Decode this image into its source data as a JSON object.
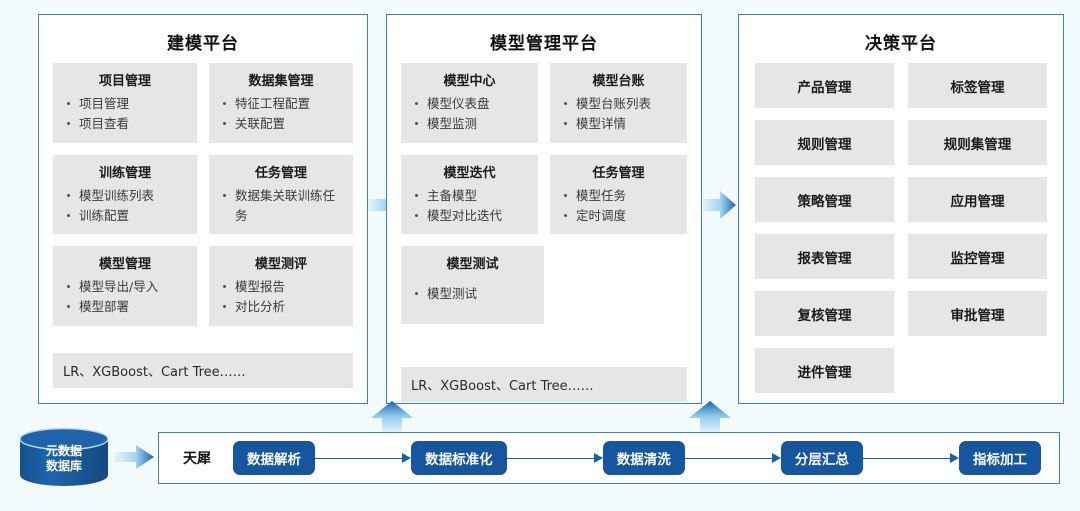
{
  "panels": [
    {
      "id": "modeling",
      "title": "建模平台",
      "rows": [
        [
          {
            "title": "项目管理",
            "items": [
              "项目管理",
              "项目查看"
            ]
          },
          {
            "title": "数据集管理",
            "items": [
              "特征工程配置",
              "关联配置"
            ]
          }
        ],
        [
          {
            "title": "训练管理",
            "items": [
              "模型训练列表",
              "训练配置"
            ]
          },
          {
            "title": "任务管理",
            "items": [
              "数据集关联训练任务"
            ]
          }
        ],
        [
          {
            "title": "模型管理",
            "items": [
              "模型导出/导入",
              "模型部署"
            ]
          },
          {
            "title": "模型测评",
            "items": [
              "模型报告",
              "对比分析"
            ]
          }
        ]
      ],
      "footer": "LR、XGBoost、Cart Tree……"
    },
    {
      "id": "model-mgmt",
      "title": "模型管理平台",
      "rows": [
        [
          {
            "title": "模型中心",
            "items": [
              "模型仪表盘",
              "模型监测"
            ]
          },
          {
            "title": "模型台账",
            "items": [
              "模型台账列表",
              "模型详情"
            ]
          }
        ],
        [
          {
            "title": "模型迭代",
            "items": [
              "主备模型",
              "模型对比迭代"
            ]
          },
          {
            "title": "任务管理",
            "items": [
              "模型任务",
              "定时调度"
            ]
          }
        ],
        [
          {
            "title": "模型测试",
            "items": [
              "模型测试"
            ]
          }
        ]
      ],
      "footer": "LR、XGBoost、Cart Tree……"
    }
  ],
  "decision": {
    "title": "决策平台",
    "cells": [
      "产品管理",
      "标签管理",
      "规则管理",
      "规则集管理",
      "策略管理",
      "应用管理",
      "报表管理",
      "监控管理",
      "复核管理",
      "审批管理",
      "进件管理"
    ]
  },
  "datasource": {
    "line1": "元数据",
    "line2": "数据库"
  },
  "pipeline": {
    "label": "天犀",
    "steps": [
      "数据解析",
      "数据标准化",
      "数据清洗",
      "分层汇总",
      "指标加工"
    ]
  },
  "colors": {
    "panel_border": "#3b7fc4",
    "card_bg": "#e6e6e6",
    "pill_bg": "#15569f",
    "arrow_dark": "#1b65ad",
    "arrow_light": "#cfe8f7",
    "cylinder": "#1f5c9e",
    "page_bg": "#f4fbfe"
  }
}
